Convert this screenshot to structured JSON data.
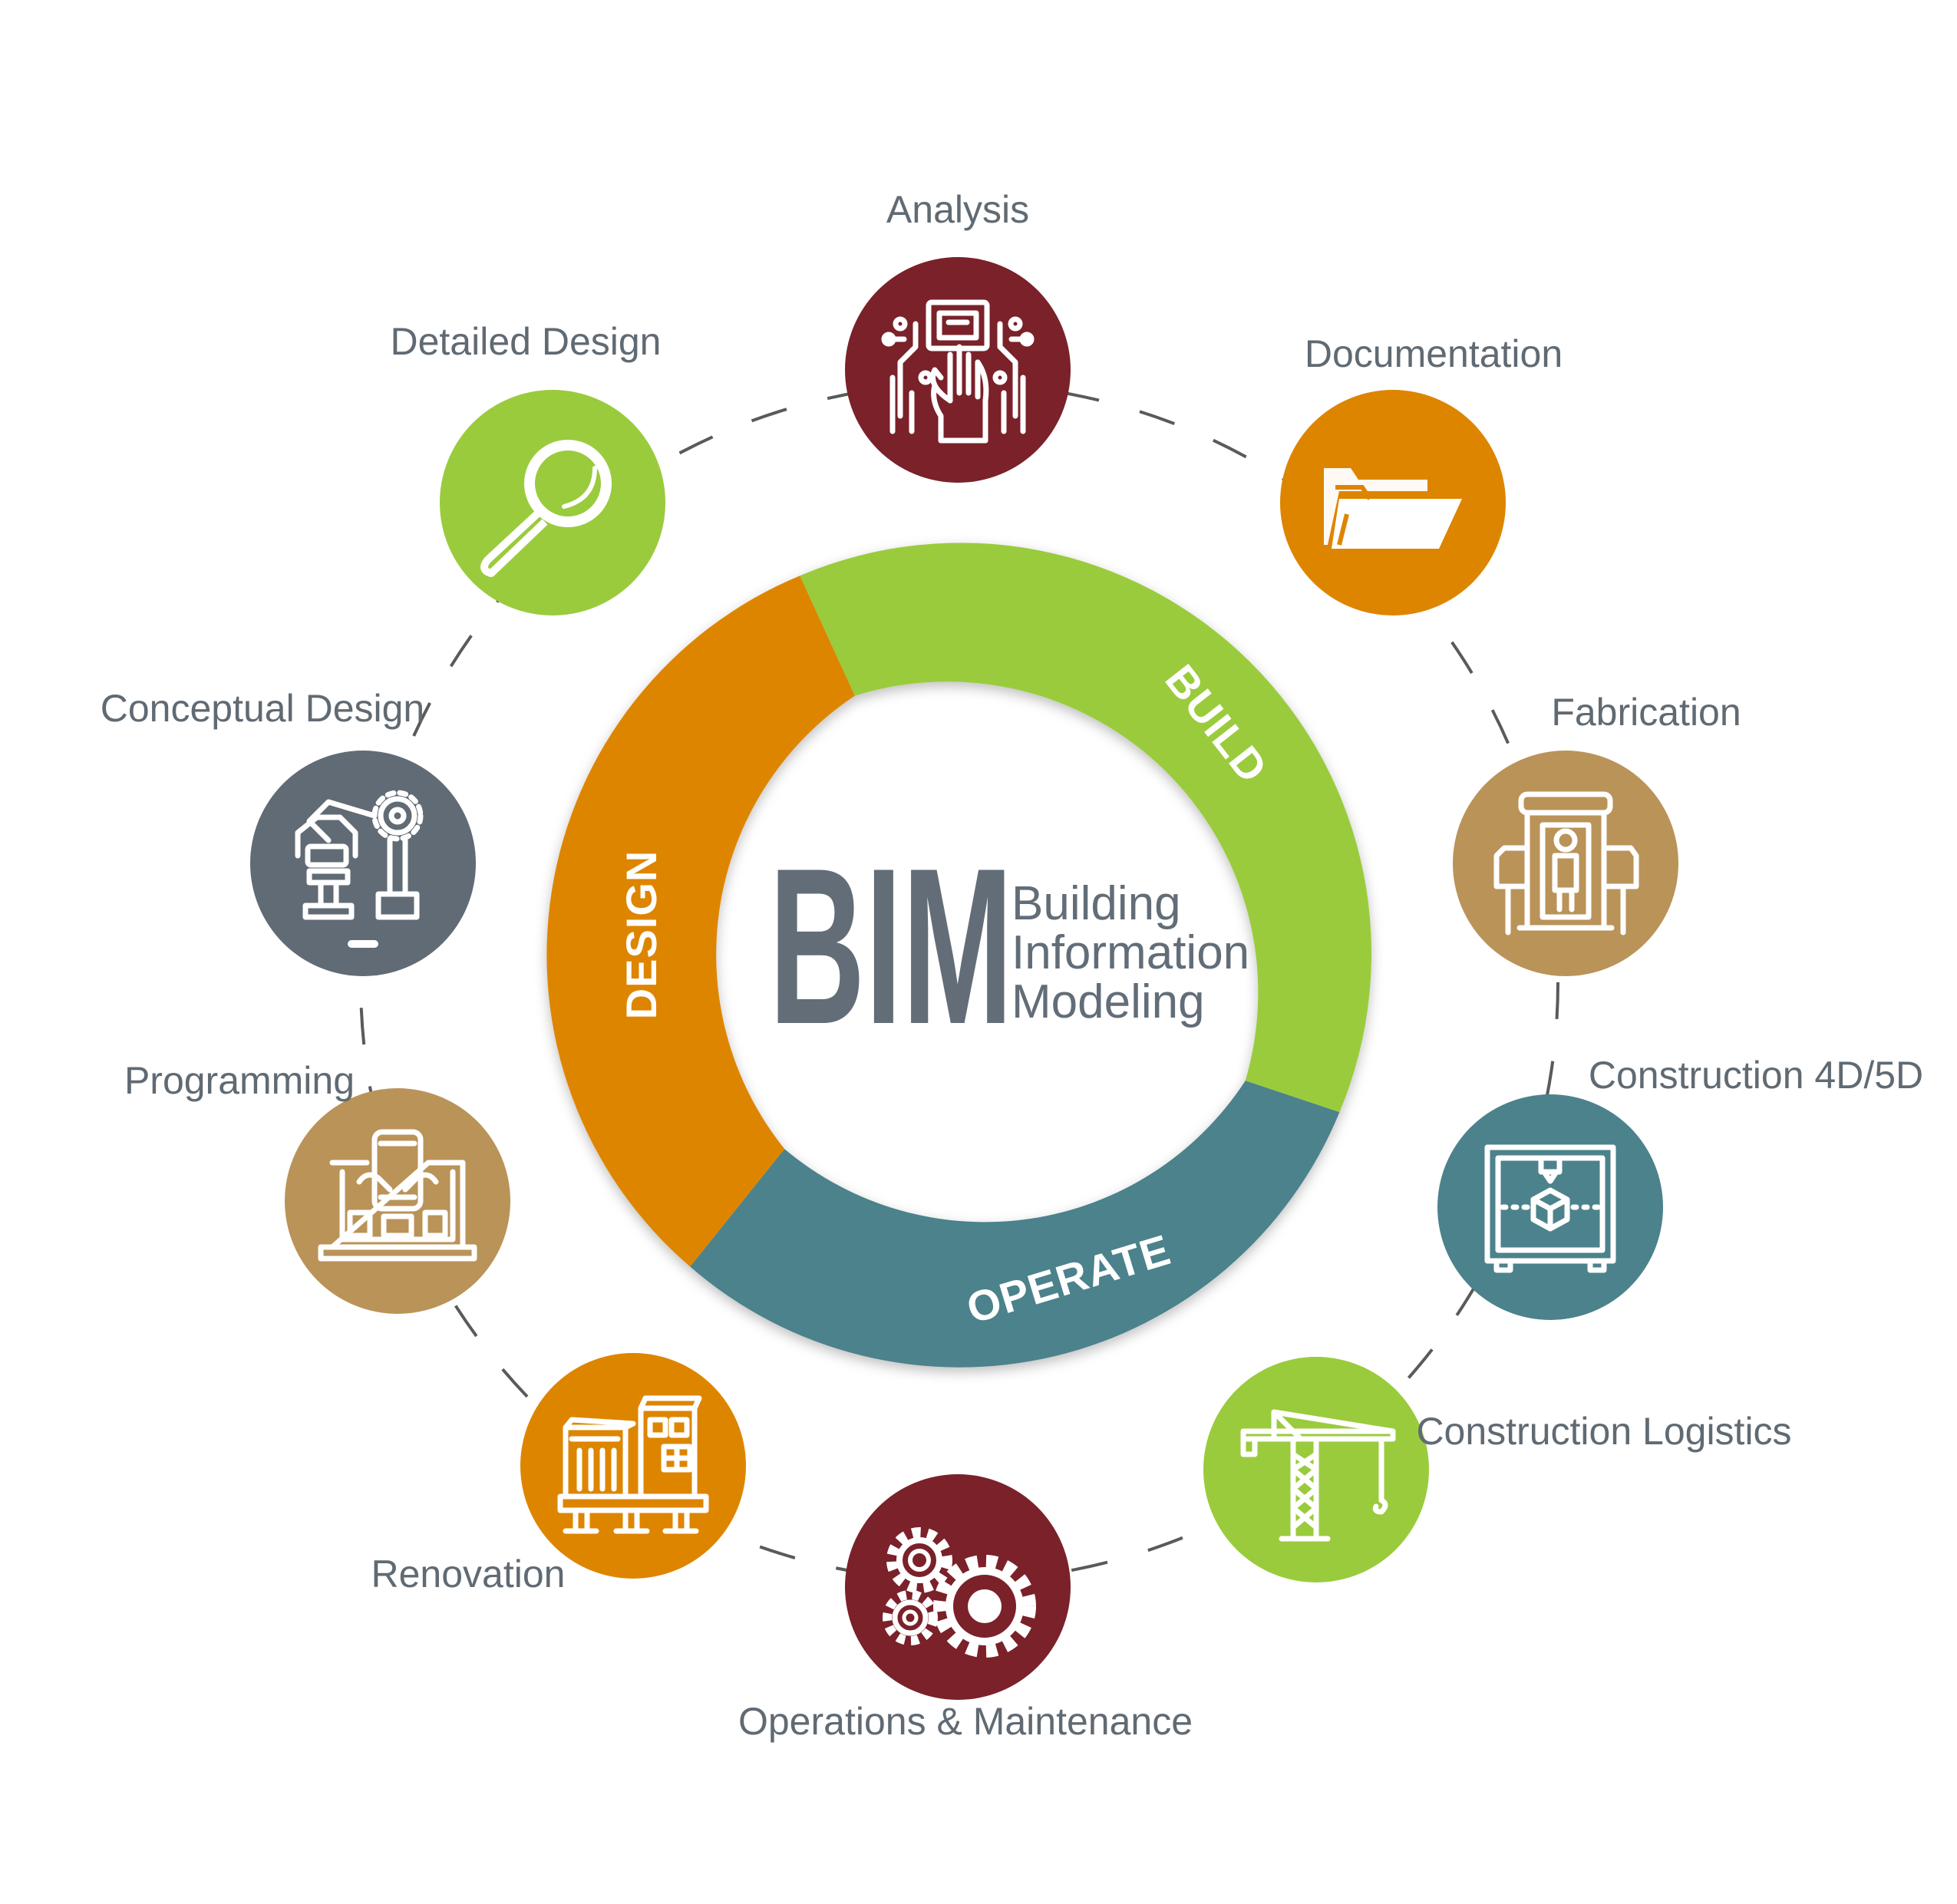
{
  "center": {
    "acronym": "BIM",
    "line1": "Building",
    "line2": "Information",
    "line3": "Modeling"
  },
  "phases": [
    {
      "label": "BUILD",
      "color": "#9acb3d"
    },
    {
      "label": "OPERATE",
      "color": "#4c828c"
    },
    {
      "label": "DESIGN",
      "color": "#de8500"
    }
  ],
  "stages": [
    {
      "label": "Analysis",
      "icon": "hand-circuit-icon",
      "color": "#7a2129"
    },
    {
      "label": "Documentation",
      "icon": "folder-icon",
      "color": "#de8500"
    },
    {
      "label": "Fabrication",
      "icon": "fabrication-booth-icon",
      "color": "#ba9359"
    },
    {
      "label": "Construction 4D/5D",
      "icon": "3d-printer-icon",
      "color": "#4c828c"
    },
    {
      "label": "Construction Logistics",
      "icon": "crane-icon",
      "color": "#9acb3d"
    },
    {
      "label": "Operations & Maintenance",
      "icon": "gears-icon",
      "color": "#7a2129"
    },
    {
      "label": "Renovation",
      "icon": "buildings-icon",
      "color": "#de8500"
    },
    {
      "label": "Programming",
      "icon": "laptop-phone-icon",
      "color": "#ba9359"
    },
    {
      "label": "Conceptual Design",
      "icon": "robot-arm-icon",
      "color": "#616b75"
    },
    {
      "label": "Detailed Design",
      "icon": "magnifier-icon",
      "color": "#9acb3d"
    }
  ]
}
